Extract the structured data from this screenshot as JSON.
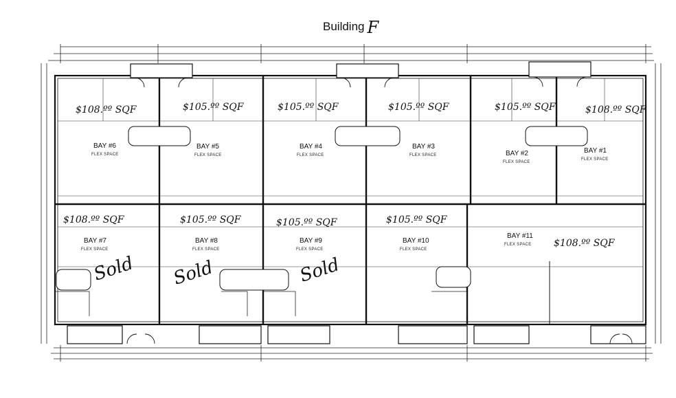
{
  "title": {
    "prefix": "Building",
    "letter": "F"
  },
  "bays": [
    {
      "id": "bay-6",
      "name": "BAY #6",
      "type": "FLEX SPACE",
      "price": "$108.ºº SQF",
      "sold": ""
    },
    {
      "id": "bay-5",
      "name": "BAY #5",
      "type": "FLEX SPACE",
      "price": "$105.ºº SQF",
      "sold": ""
    },
    {
      "id": "bay-4",
      "name": "BAY #4",
      "type": "FLEX SPACE",
      "price": "$105.ºº SQF",
      "sold": ""
    },
    {
      "id": "bay-3",
      "name": "BAY #3",
      "type": "FLEX SPACE",
      "price": "$105.ºº SQF",
      "sold": ""
    },
    {
      "id": "bay-2",
      "name": "BAY #2",
      "type": "FLEX SPACE",
      "price": "$105.ºº SQF",
      "sold": ""
    },
    {
      "id": "bay-1",
      "name": "BAY #1",
      "type": "FLEX SPACE",
      "price": "$108.ºº SQF",
      "sold": ""
    },
    {
      "id": "bay-7",
      "name": "BAY #7",
      "type": "FLEX SPACE",
      "price": "$108.ºº SQF",
      "sold": "Sold"
    },
    {
      "id": "bay-8",
      "name": "BAY #8",
      "type": "FLEX SPACE",
      "price": "$105.ºº SQF",
      "sold": "Sold"
    },
    {
      "id": "bay-9",
      "name": "BAY #9",
      "type": "FLEX SPACE",
      "price": "$105.ºº SQF",
      "sold": "Sold"
    },
    {
      "id": "bay-10",
      "name": "BAY #10",
      "type": "FLEX SPACE",
      "price": "$105.ºº SQF",
      "sold": ""
    },
    {
      "id": "bay-11",
      "name": "BAY #11",
      "type": "FLEX SPACE",
      "price": "$108.ºº SQF",
      "sold": ""
    }
  ]
}
